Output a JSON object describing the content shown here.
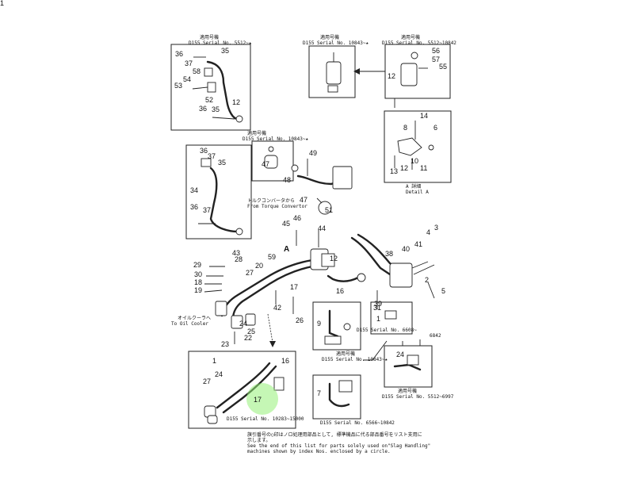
{
  "panels": [
    {
      "id": "top-left",
      "caption": [
        "適用号機",
        "D155  Serial No. 5512~★"
      ]
    },
    {
      "id": "top-mid",
      "caption": [
        "適用号機",
        "D155  Serial No. 10843~★"
      ]
    },
    {
      "id": "top-right",
      "caption": [
        "適用号機",
        "D155  Serial No. 5512~10842"
      ]
    },
    {
      "id": "center-small",
      "caption": [
        "適用号機",
        "D155  Serial No. 10843~★"
      ]
    },
    {
      "id": "detail-a",
      "caption": [
        "A 詳細",
        "Detail A"
      ]
    },
    {
      "id": "bottom-left",
      "caption": [
        "適用号機",
        "D155  Serial No. 10283~15000"
      ]
    },
    {
      "id": "bottom-mid-upper",
      "caption": [
        "適用号機",
        "D155  Serial No. 10843~★"
      ]
    },
    {
      "id": "bottom-mid-lower",
      "caption": [
        "適用号機",
        "D155  Serial No. 6566~10842"
      ]
    },
    {
      "id": "right-small",
      "caption": [
        "適用号機",
        "D155  Serial No. 6608~",
        "6842"
      ]
    },
    {
      "id": "right-lower",
      "caption": [
        "適用号機",
        "D155  Serial No. 5512~6997"
      ]
    }
  ],
  "annotations": {
    "torque_converter": [
      "トルクコンバータから",
      "From Torque Convertor"
    ],
    "oil_cooler": [
      "オイルクーラへ",
      "To Oil Cooler"
    ],
    "detail_marker": "A"
  },
  "part_numbers": [
    "36",
    "35",
    "37",
    "58",
    "54",
    "53",
    "52",
    "36",
    "35",
    "12",
    "56",
    "57",
    "55",
    "12",
    "14",
    "8",
    "6",
    "13",
    "12",
    "10",
    "11",
    "47",
    "49",
    "48",
    "47",
    "51",
    "36",
    "37",
    "35",
    "34",
    "36",
    "37",
    "46",
    "45",
    "44",
    "3",
    "4",
    "41",
    "40",
    "38",
    "39",
    "2",
    "5",
    "59",
    "12",
    "43",
    "28",
    "29",
    "30",
    "18",
    "19",
    "20",
    "27",
    "17",
    "16",
    "42",
    "24",
    "26",
    "25",
    "22",
    "23",
    "31",
    "9",
    "1",
    "7",
    "1",
    "24",
    "27",
    "17",
    "16",
    "24",
    "1"
  ],
  "footnote": [
    "旗引番号の○印はノロ処理用部品として, 標準機品に代る部品番号をリスト支用に",
    "示します。",
    "See the end of this list for parts solely used on\"Slag Handling\"",
    "machines shown by index Nos. enclosed by a circle."
  ]
}
